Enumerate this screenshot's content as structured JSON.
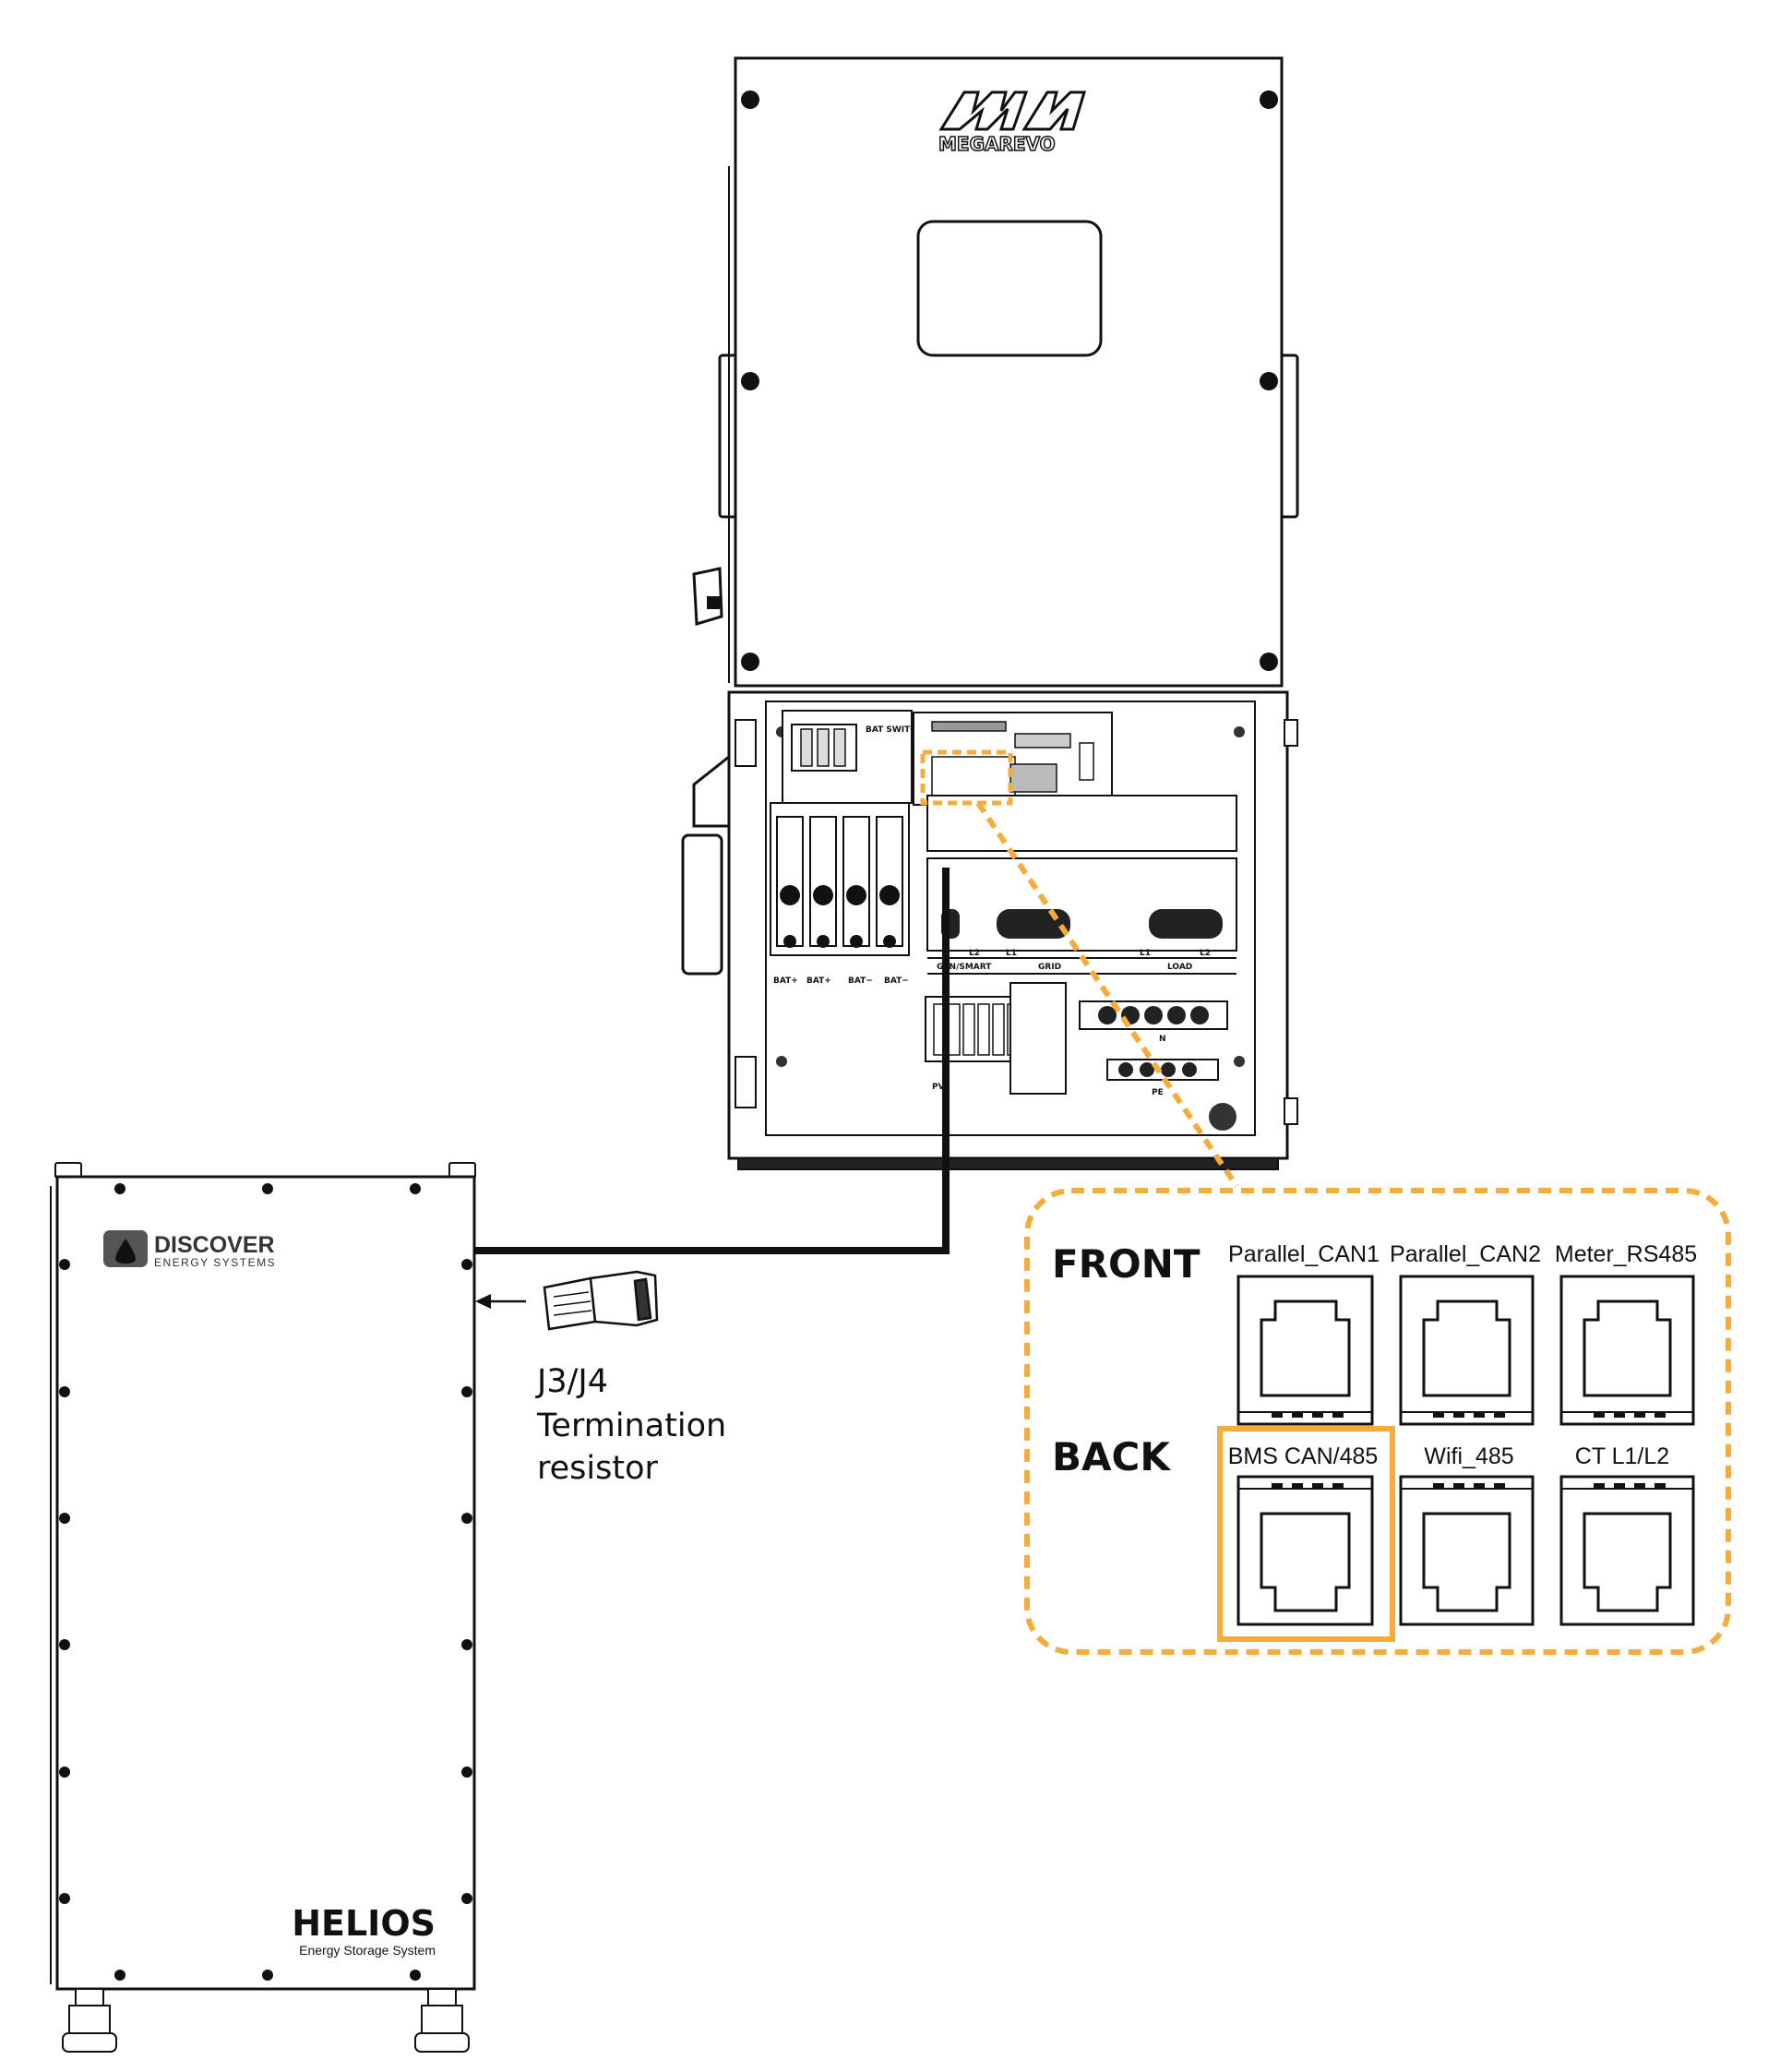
{
  "inverter": {
    "brand": "MEGAREVO",
    "terminals": {
      "bat_labels": [
        "BAT+",
        "BAT+",
        "BAT−",
        "BAT−"
      ],
      "bat_switch": "BAT SWITCH",
      "grid_phase_labels": [
        "L2",
        "L1",
        "L1",
        "L2"
      ],
      "section_labels": [
        "GEN/SMART",
        "GRID",
        "LOAD"
      ],
      "neutral_label": "N",
      "pv_label": "PV",
      "pe_label": "PE"
    }
  },
  "battery": {
    "brand_name": "DISCOVER",
    "brand_sub": "ENERGY SYSTEMS",
    "product_name": "HELIOS",
    "product_sub": "Energy Storage System"
  },
  "terminator": {
    "line1": "J3/J4",
    "line2": "Termination",
    "line3": "resistor"
  },
  "detail": {
    "front_label": "FRONT",
    "back_label": "BACK",
    "front_ports": [
      "Parallel_CAN1",
      "Parallel_CAN2",
      "Meter_RS485"
    ],
    "back_ports": [
      "BMS CAN/485",
      "Wifi_485",
      "CT L1/L2"
    ],
    "highlight_port": "BMS CAN/485",
    "accent_color": "#f4ad3d",
    "line_color": "#111111"
  }
}
